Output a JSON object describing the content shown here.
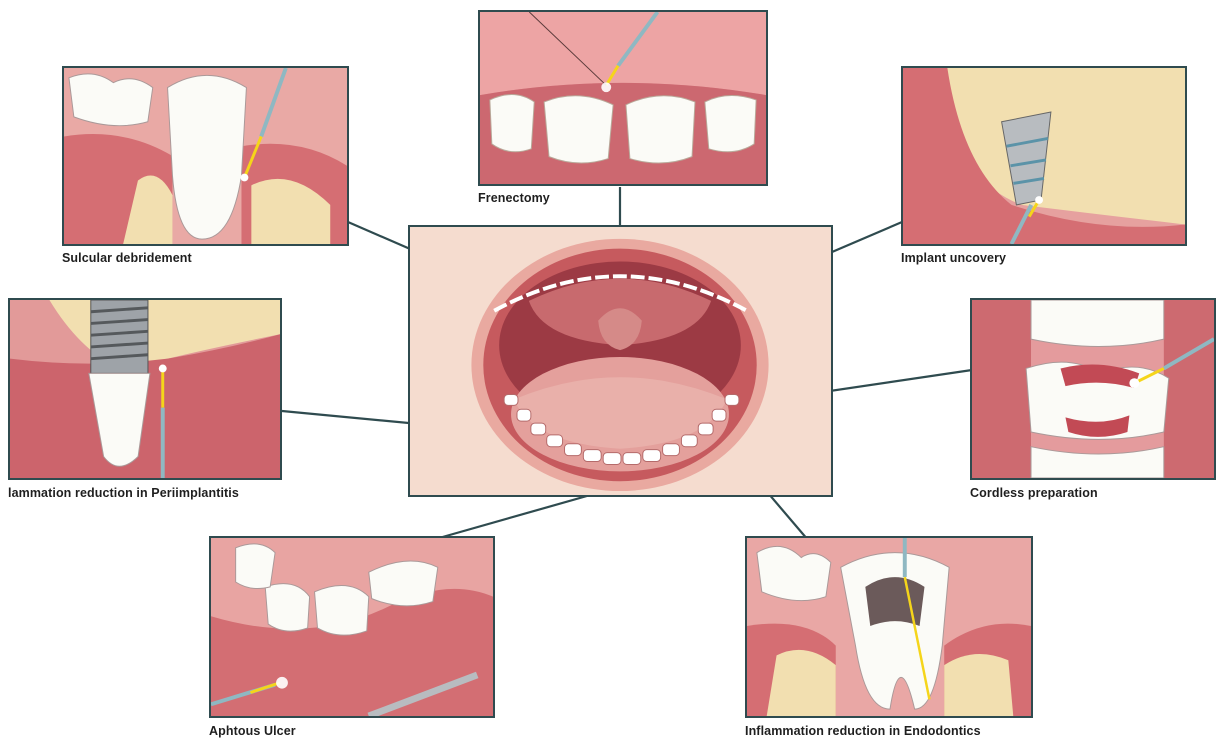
{
  "labels": {
    "frenectomy": "Frenectomy",
    "sulcular": "Sulcular debridement",
    "implant": "Implant uncovery",
    "periimplantitis": "lammation reduction in Periimplantitis",
    "cordless": "Cordless preparation",
    "aphtous": "Aphtous Ulcer",
    "endodontics": "Inflammation reduction in Endodontics"
  },
  "colors": {
    "gum": "#d9747a",
    "gum_light": "#eea6a4",
    "bone": "#f2dfb0",
    "tooth": "#fbfbf7",
    "laser": "#f5d51a",
    "fiber": "#8fb8c2",
    "frame": "#2f4b4f"
  }
}
